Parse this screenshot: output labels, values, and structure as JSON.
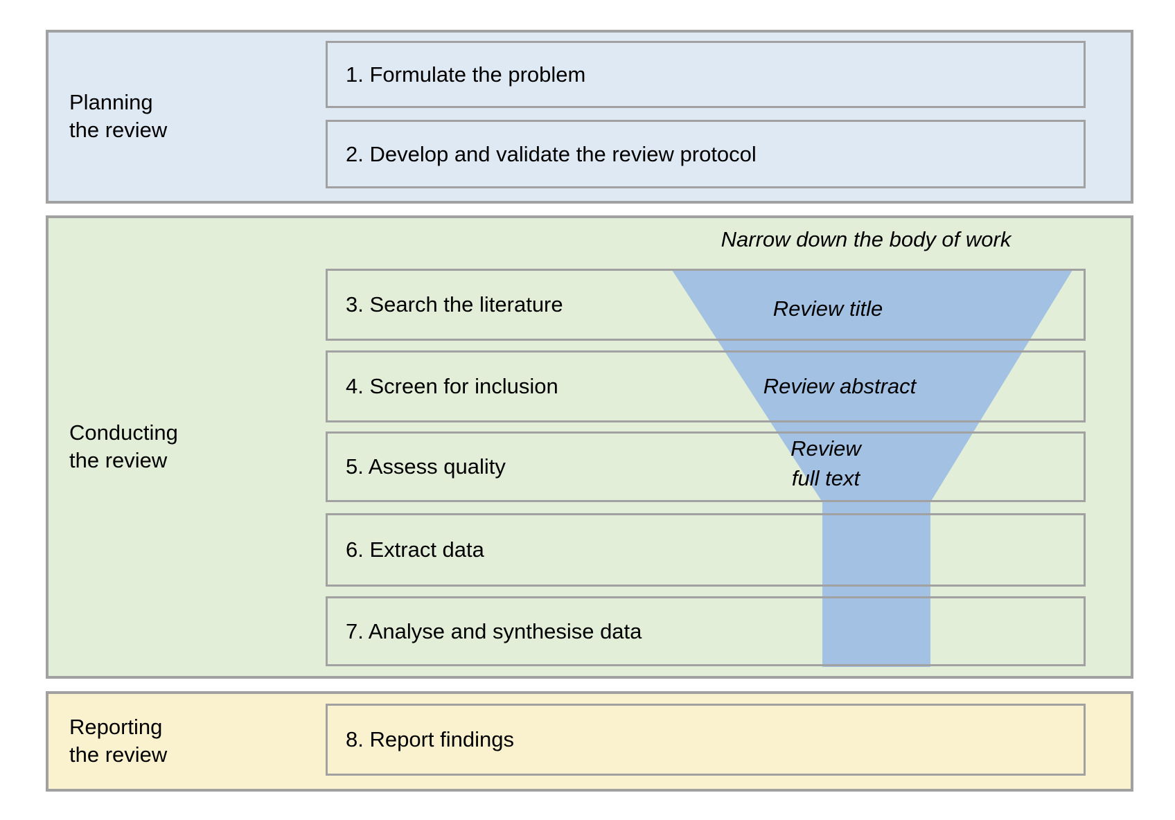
{
  "sections": [
    {
      "name": "planning-the-review",
      "label_lines": [
        "Planning",
        "the review"
      ],
      "steps": [
        "1. Formulate the problem",
        "2. Develop and validate the review protocol"
      ]
    },
    {
      "name": "conducting-the-review",
      "label_lines": [
        "Conducting",
        "the review"
      ],
      "steps": [
        "3. Search the literature",
        "4. Screen for inclusion",
        "5. Assess quality",
        "6. Extract data",
        "7. Analyse and synthesise data"
      ]
    },
    {
      "name": "reporting-the-review",
      "label_lines": [
        "Reporting",
        "the review"
      ],
      "steps": [
        "8. Report findings"
      ]
    }
  ],
  "funnel": {
    "annotation": "Narrow down the body of work",
    "stage_labels": [
      "Review title",
      "Review abstract"
    ],
    "stage3_lines": [
      "Review",
      "full text"
    ]
  },
  "colors": {
    "planning_bg": "#dfe9f4",
    "conducting_bg": "#e2eed7",
    "reporting_bg": "#faf1ce",
    "funnel": "#a2c1e3",
    "border": "#a1a1a1",
    "text": "#000000"
  }
}
